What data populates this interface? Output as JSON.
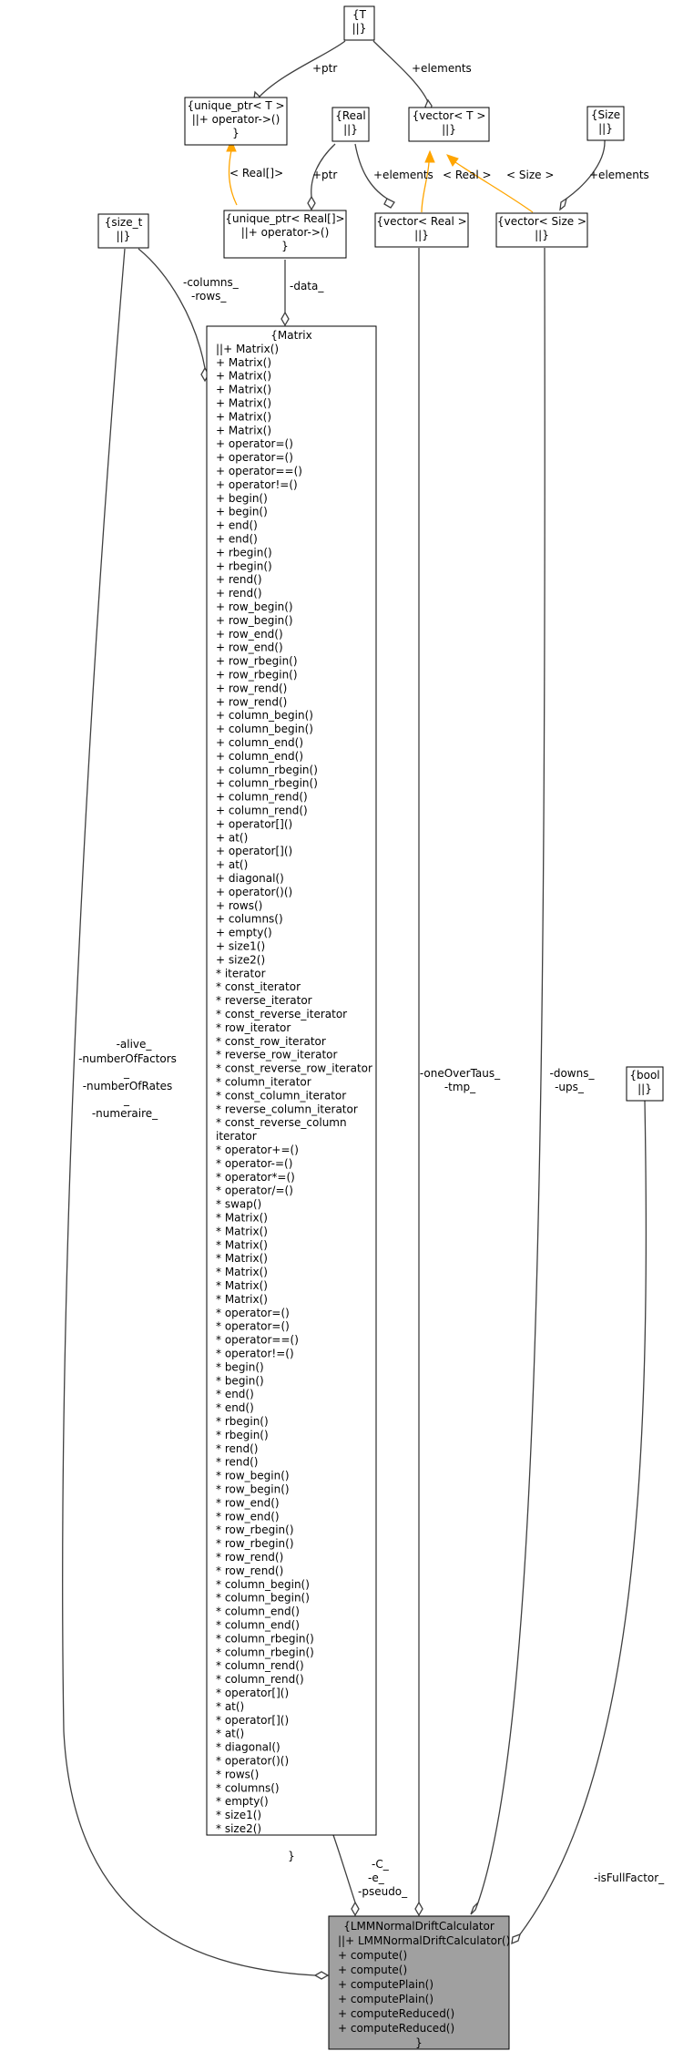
{
  "nodes": {
    "T": [
      "{T",
      "||}"
    ],
    "unique_ptr_T": [
      "{unique_ptr< T >",
      "||+ operator->()",
      "}"
    ],
    "vector_T": [
      "{vector< T >",
      "||}"
    ],
    "Size": [
      "{Size",
      "||}"
    ],
    "Real": [
      "{Real",
      "||}"
    ],
    "unique_ptr_Real": [
      "{unique_ptr< Real[]>",
      "||+ operator->()",
      "}"
    ],
    "vector_Real": [
      "{vector< Real >",
      "||}"
    ],
    "vector_Size": [
      "{vector< Size >",
      "||}"
    ],
    "size_t": [
      "{size_t",
      "||}"
    ],
    "bool": [
      "{bool",
      "||}"
    ],
    "Matrix": [
      "{Matrix",
      "||+ Matrix()",
      "+ Matrix()",
      "+ Matrix()",
      "+ Matrix()",
      "+ Matrix()",
      "+ Matrix()",
      "+ Matrix()",
      "+ operator=()",
      "+ operator=()",
      "+ operator==()",
      "+ operator!=()",
      "+ begin()",
      "+ begin()",
      "+ end()",
      "+ end()",
      "+ rbegin()",
      "+ rbegin()",
      "+ rend()",
      "+ rend()",
      "+ row_begin()",
      "+ row_begin()",
      "+ row_end()",
      "+ row_end()",
      "+ row_rbegin()",
      "+ row_rbegin()",
      "+ row_rend()",
      "+ row_rend()",
      "+ column_begin()",
      "+ column_begin()",
      "+ column_end()",
      "+ column_end()",
      "+ column_rbegin()",
      "+ column_rbegin()",
      "+ column_rend()",
      "+ column_rend()",
      "+ operator[]()",
      "+ at()",
      "+ operator[]()",
      "+ at()",
      "+ diagonal()",
      "+ operator()()",
      "+ rows()",
      "+ columns()",
      "+ empty()",
      "+ size1()",
      "+ size2()",
      "* iterator",
      "* const_iterator",
      "* reverse_iterator",
      "* const_reverse_iterator",
      "* row_iterator",
      "* const_row_iterator",
      "* reverse_row_iterator",
      "* const_reverse_row_iterator",
      "* column_iterator",
      "* const_column_iterator",
      "* reverse_column_iterator",
      "* const_reverse_column",
      "iterator",
      "* operator+=()",
      "* operator-=()",
      "* operator*=()",
      "* operator/=()",
      "* swap()",
      "* Matrix()",
      "* Matrix()",
      "* Matrix()",
      "* Matrix()",
      "* Matrix()",
      "* Matrix()",
      "* Matrix()",
      "* operator=()",
      "* operator=()",
      "* operator==()",
      "* operator!=()",
      "* begin()",
      "* begin()",
      "* end()",
      "* end()",
      "* rbegin()",
      "* rbegin()",
      "* rend()",
      "* rend()",
      "* row_begin()",
      "* row_begin()",
      "* row_end()",
      "* row_end()",
      "* row_rbegin()",
      "* row_rbegin()",
      "* row_rend()",
      "* row_rend()",
      "* column_begin()",
      "* column_begin()",
      "* column_end()",
      "* column_end()",
      "* column_rbegin()",
      "* column_rbegin()",
      "* column_rend()",
      "* column_rend()",
      "* operator[]()",
      "* at()",
      "* operator[]()",
      "* at()",
      "* diagonal()",
      "* operator()()",
      "* rows()",
      "* columns()",
      "* empty()",
      "* size1()",
      "* size2()",
      "",
      "}"
    ],
    "LMMNormalDriftCalculator": [
      "{LMMNormalDriftCalculator",
      "||+ LMMNormalDriftCalculator()",
      "+ compute()",
      "+ compute()",
      "+ computePlain()",
      "+ computePlain()",
      "+ computeReduced()",
      "+ computeReduced()",
      "}"
    ]
  },
  "edge_labels": {
    "ptr_T": "+ptr",
    "elements_T": "+elements",
    "real_bind": "< Real[]>",
    "ptr_real": "+ptr",
    "elements_real": "+elements",
    "real_vec": "< Real >",
    "size_vec": "< Size >",
    "elements_size": "+elements",
    "columns_rows": [
      "-columns_",
      "-rows_"
    ],
    "data": "-data_",
    "alive_group": [
      "-alive_",
      "-numberOfFactors",
      "_",
      "-numberOfRates",
      "_",
      "-numeraire_"
    ],
    "onever_tmp": [
      "-oneOverTaus_",
      "-tmp_"
    ],
    "downs_ups": [
      "-downs_",
      "-ups_"
    ],
    "c_e_pseudo": [
      "-C_",
      "-e_",
      "-pseudo_"
    ],
    "is_full": "-isFullFactor_"
  },
  "colors": {
    "edge": "#404040",
    "template_edge": "#ffa500",
    "node_fill": "#ffffff",
    "main_node_fill": "#a0a0a0"
  }
}
